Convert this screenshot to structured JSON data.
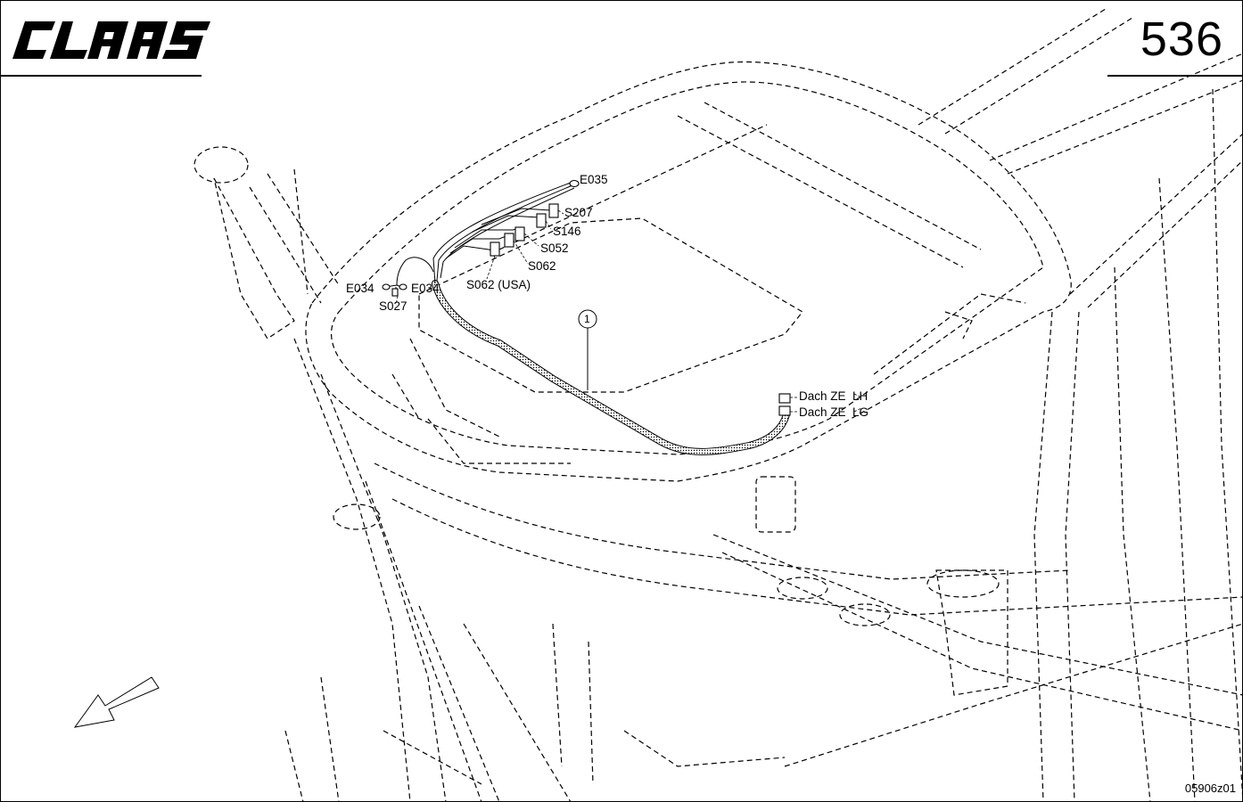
{
  "header": {
    "brand": "CLAAS",
    "page_number": "536"
  },
  "callout": {
    "number": "1"
  },
  "labels": {
    "e035": "E035",
    "s207": "S207",
    "s146": "S146",
    "s052": "S052",
    "s062": "S062",
    "s062_usa": "S062 (USA)",
    "e034_left": "E034",
    "e034_right": "E034",
    "s027": "S027",
    "dach_lh": "Dach ZE  LH",
    "dach_lg": "Dach ZE  LG"
  },
  "footer": {
    "drawing_id": "05906z01"
  },
  "icons": {
    "direction_arrow": "arrow-down-left-icon"
  },
  "colors": {
    "line": "#000000",
    "background": "#ffffff"
  }
}
